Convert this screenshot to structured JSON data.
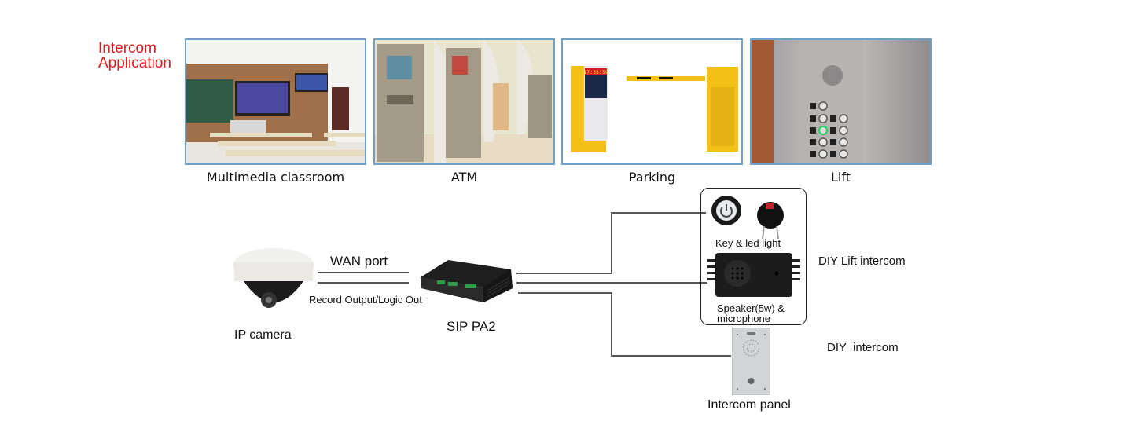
{
  "heading": {
    "line1": "Intercom",
    "line2": "Application"
  },
  "applications": [
    {
      "caption": "Multimedia classroom",
      "image": "classroom-photo"
    },
    {
      "caption": "ATM",
      "image": "atm-photo"
    },
    {
      "caption": "Parking",
      "image": "parking-barrier-photo",
      "display_text": "17:35:59"
    },
    {
      "caption": "Lift",
      "image": "lift-panel-photo"
    }
  ],
  "diagram": {
    "camera_label": "IP camera",
    "wan_label": "WAN port",
    "record_label": "Record Output/Logic Out",
    "device_label": "SIP PA2",
    "key_label": "Key & led light",
    "speaker_label_1": "Speaker(5w) &",
    "speaker_label_2": "microphone",
    "diy_lift_label": "DIY Lift intercom",
    "diy_intercom_label": "DIY  intercom",
    "panel_label": "Intercom panel"
  },
  "colors": {
    "title": "#e8141a",
    "photo_border": "#6fa0c8",
    "line": "#555555"
  }
}
